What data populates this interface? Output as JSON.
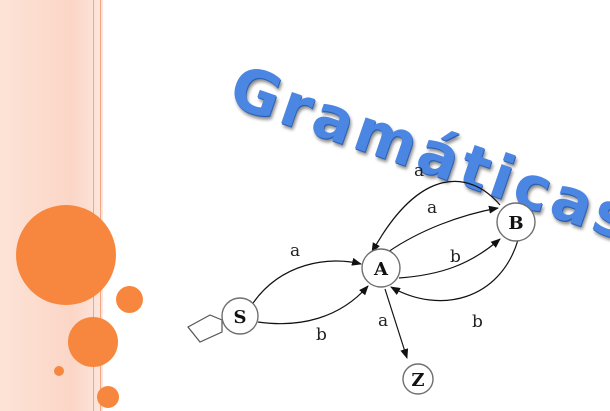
{
  "title": "Gramáticas",
  "colors": {
    "accent": "#f7873e",
    "title": "#4a86e2",
    "band": "#fbd6c6"
  },
  "diagram": {
    "nodes": {
      "S": "S",
      "A": "A",
      "B": "B",
      "Z": "Z"
    },
    "edges": [
      {
        "from": "S",
        "to": "A",
        "label": "a"
      },
      {
        "from": "S",
        "to": "A",
        "label": "b"
      },
      {
        "from": "A",
        "to": "B",
        "label": "a"
      },
      {
        "from": "A",
        "to": "B",
        "label": "b"
      },
      {
        "from": "B",
        "to": "A",
        "label": "a"
      },
      {
        "from": "B",
        "to": "A",
        "label": "b"
      },
      {
        "from": "A",
        "to": "Z",
        "label": "a"
      }
    ]
  }
}
